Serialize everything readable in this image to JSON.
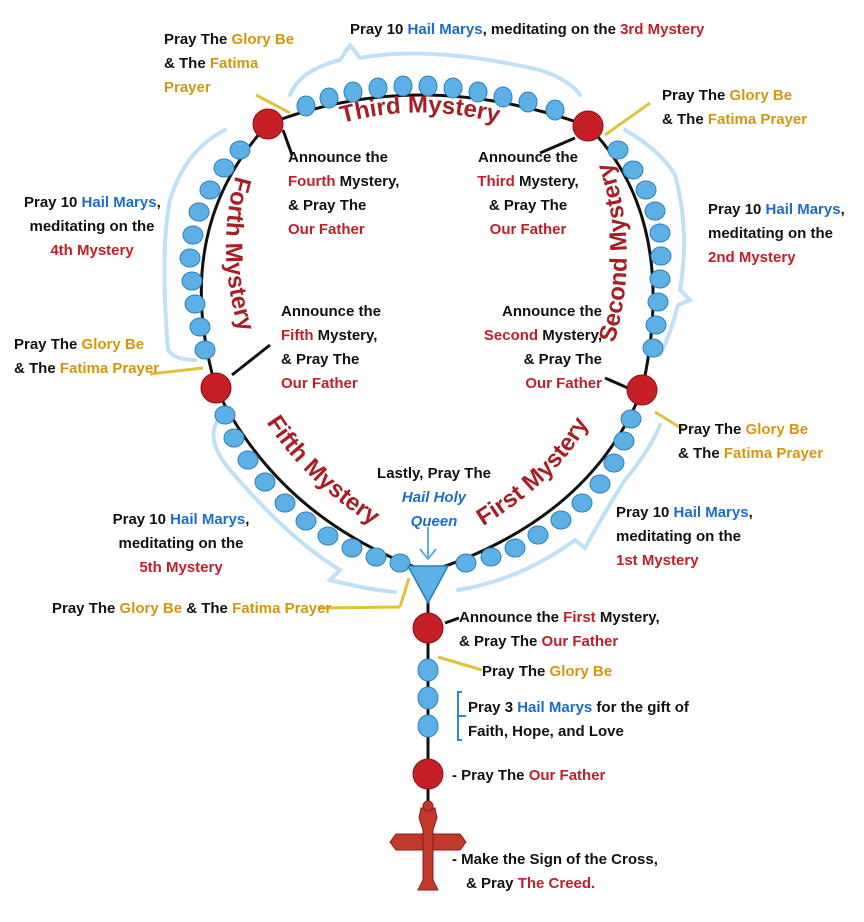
{
  "labels": {
    "top_hm": {
      "pre": "Pray 10 ",
      "hm": "Hail Marys",
      "mid": ", meditating on the ",
      "myst": "3rd Mystery"
    },
    "tl_glory": {
      "l1a": "Pray The ",
      "l1b": "Glory Be",
      "l2a": "& The ",
      "l2b": "Fatima",
      "l3": "Prayer"
    },
    "tr_glory": {
      "l1a": "Pray The ",
      "l1b": "Glory Be",
      "l2a": "& The ",
      "l2b": "Fatima Prayer"
    },
    "ann_fourth": {
      "l1": "Announce the",
      "l2a": "Fourth",
      "l2b": " Mystery,",
      "l3": "& Pray The",
      "l4": "Our Father"
    },
    "ann_third": {
      "l1": "Announce the",
      "l2a": "Third",
      "l2b": " Mystery,",
      "l3": "& Pray The",
      "l4": "Our Father"
    },
    "hm_4th": {
      "l1a": "Pray 10 ",
      "l1b": "Hail Marys",
      "l1c": ",",
      "l2": "meditating on the",
      "l3": "4th Mystery"
    },
    "hm_2nd": {
      "l1a": "Pray 10 ",
      "l1b": "Hail Marys",
      "l1c": ",",
      "l2": "meditating on the",
      "l3": "2nd Mystery"
    },
    "ann_fifth": {
      "l1": "Announce the",
      "l2a": "Fifth",
      "l2b": " Mystery,",
      "l3": "& Pray The",
      "l4": "Our Father"
    },
    "ann_second": {
      "l1": "Announce the",
      "l2a": "Second",
      "l2b": " Mystery,",
      "l3": "& Pray The",
      "l4": "Our Father"
    },
    "l_glory": {
      "l1a": "Pray The ",
      "l1b": "Glory Be",
      "l2a": "& The ",
      "l2b": "Fatima Prayer"
    },
    "r_glory": {
      "l1a": "Pray The ",
      "l1b": "Glory Be",
      "l2a": "& The ",
      "l2b": "Fatima Prayer"
    },
    "queen": {
      "l1": "Lastly, Pray The",
      "l2": "Hail Holy",
      "l3": "Queen"
    },
    "hm_5th": {
      "l1a": "Pray 10 ",
      "l1b": "Hail Marys",
      "l1c": ",",
      "l2": "meditating on the",
      "l3": "5th Mystery"
    },
    "hm_1st": {
      "l1a": "Pray 10 ",
      "l1b": "Hail Marys",
      "l1c": ",",
      "l2": "meditating on the",
      "l3": "1st Mystery"
    },
    "bottom_glory": {
      "a": "Pray The ",
      "b": "Glory Be",
      "c": " & The ",
      "d": "Fatima Prayer"
    },
    "ann_first": {
      "l1a": "Announce the ",
      "l1b": "First",
      "l1c": " Mystery,",
      "l2a": "& Pray The ",
      "l2b": "Our Father"
    },
    "glory_be": {
      "a": "Pray The ",
      "b": "Glory Be"
    },
    "three_hm": {
      "l1a": "Pray 3 ",
      "l1b": "Hail Marys",
      "l1c": " for the gift of",
      "l2": "Faith, Hope, and Love"
    },
    "our_father": {
      "a": "-  Pray The ",
      "b": "Our Father"
    },
    "creed": {
      "l1": "-  Make the Sign of the Cross,",
      "l2a": "& Pray ",
      "l2b": "The Creed."
    }
  },
  "mysteries": {
    "third": "Third Mystery",
    "second": "Second Mystery",
    "fourth": "Forth Mystery",
    "fifth": "Fifth Mystery",
    "first": "First Mystery"
  },
  "colors": {
    "bead_blue": "#5cb0e6",
    "bead_red": "#c61f26",
    "bracket": "#bfe0f5",
    "chain": "#111111",
    "leader_gold": "#e1c23b",
    "cross": "#c0392b"
  }
}
